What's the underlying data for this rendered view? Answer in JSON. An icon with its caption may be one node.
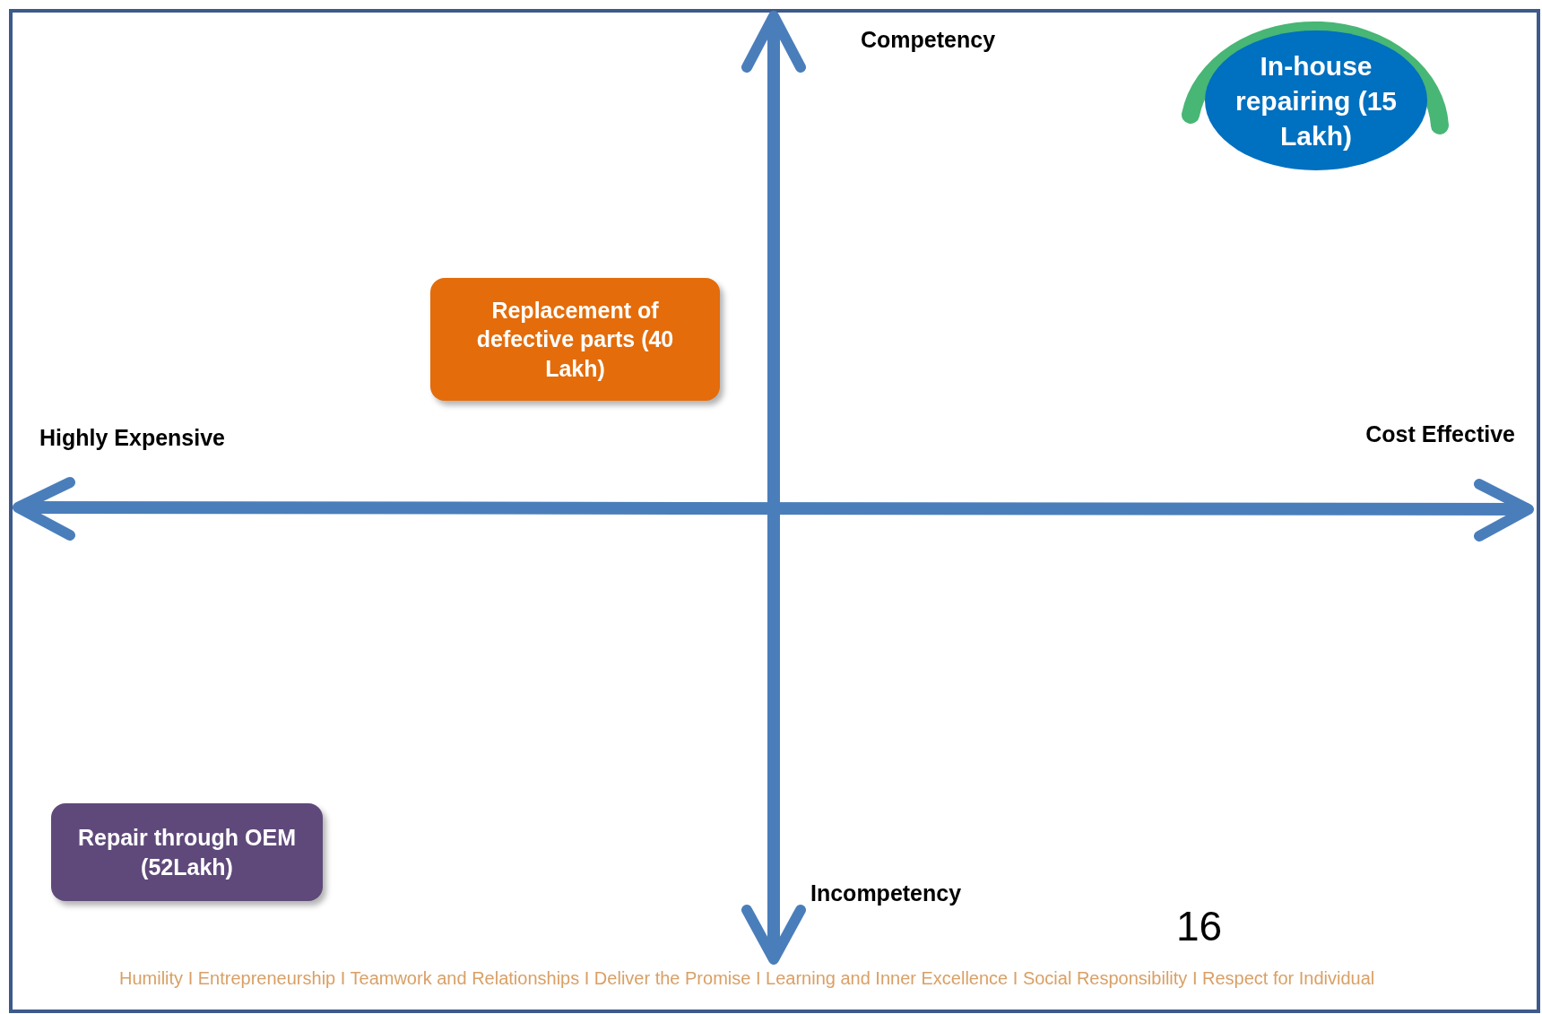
{
  "diagram": {
    "nodes": [
      {
        "text": [
          "In-house repairing (15 Lakh)"
        ]
      },
      {
        "text": [
          "Replacement of defective parts (40 Lakh)"
        ]
      },
      {
        "text": [
          "Repair through OEM  (52Lakh)"
        ]
      }
    ],
    "labels": [
      "Competency",
      "Cost Effective",
      "Highly Expensive",
      "Incompetency",
      "16",
      "Humility I Entrepreneurship I Teamwork and Relationships I Deliver the Promise I Learning and Inner Excellence I Social Responsibility I Respect for Individual"
    ]
  }
}
